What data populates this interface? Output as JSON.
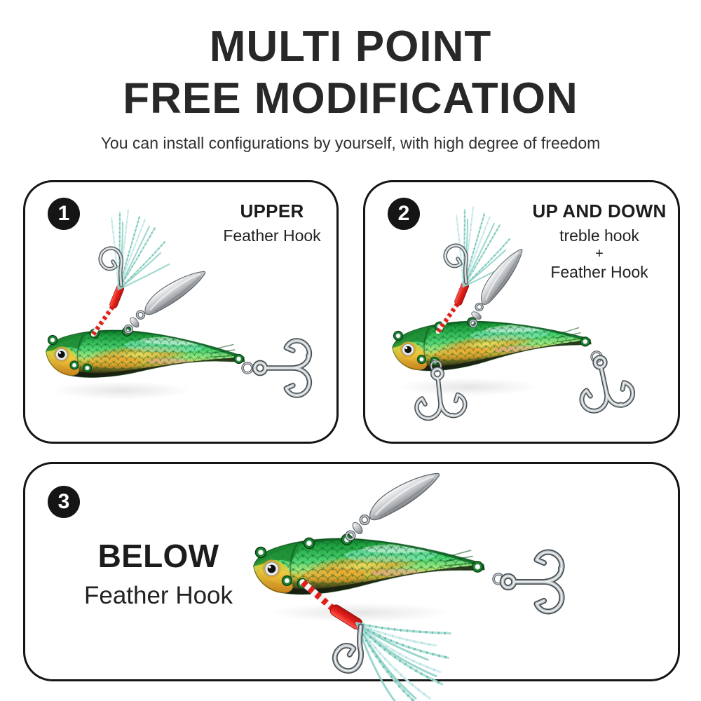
{
  "header": {
    "title_line1": "MULTI POINT",
    "title_line2": "FREE MODIFICATION",
    "subtitle": "You can install configurations by yourself, with high degree of freedom"
  },
  "panels": [
    {
      "badge": "1",
      "title": "UPPER",
      "lines": [
        "Feather Hook"
      ]
    },
    {
      "badge": "2",
      "title": "UP AND DOWN",
      "lines": [
        "treble hook",
        "+",
        "Feather Hook"
      ]
    },
    {
      "badge": "3",
      "title": "BELOW",
      "lines": [
        "Feather Hook"
      ]
    }
  ],
  "illustrations": {
    "panel1": "green metal vib lure with feather hook on upper eyelet, spinner blade and tail treble hook",
    "panel2": "green metal vib lure with feather hook and spinner on top, two treble hooks hanging below",
    "panel3": "green metal vib lure with spinner on top, feather hook hanging below and tail treble hook"
  },
  "colors": {
    "title_text": "#282828",
    "panel_border": "#151515",
    "badge_bg": "#151515",
    "badge_text": "#ffffff",
    "lure_green": "#2fbf52",
    "lure_gold": "#e8c52e",
    "thread_red": "#e3201a",
    "metal_silver": "#c3c7ca",
    "tinsel_teal": "#bfe9e0"
  }
}
